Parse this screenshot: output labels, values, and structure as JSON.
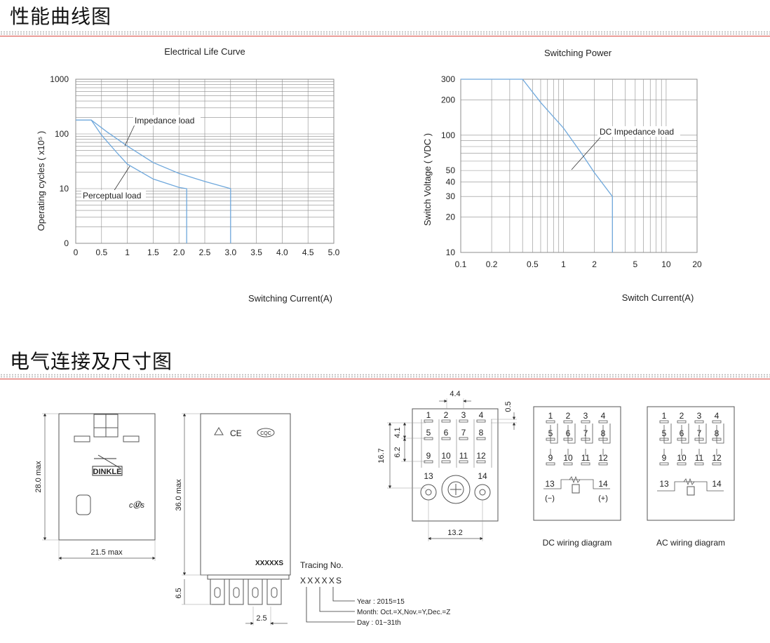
{
  "sections": {
    "performance_title": "性能曲线图",
    "dimensions_title": "电气连接及尺寸图"
  },
  "colors": {
    "accent_red": "#d9473f",
    "curve_blue": "#6fa8dc",
    "grid": "#8c8c8c"
  },
  "chart_data": [
    {
      "type": "line",
      "title": "Electrical Life Curve",
      "xlabel": "Switching Current(A)",
      "ylabel": "Operating cycles ( x10⁵ )",
      "x_ticks": [
        "0",
        "0.5",
        "1",
        "1.5",
        "2.0",
        "2.5",
        "3.0",
        "3.5",
        "4.0",
        "4.5",
        "5.0"
      ],
      "y_ticks": [
        "0",
        "10",
        "100",
        "1000"
      ],
      "xlim": [
        0,
        5
      ],
      "y_scale": "log",
      "grid": true,
      "series": [
        {
          "name": "Impedance load",
          "points": [
            [
              0,
              180
            ],
            [
              0.3,
              180
            ],
            [
              0.6,
              110
            ],
            [
              1.0,
              60
            ],
            [
              1.5,
              30
            ],
            [
              2.0,
              19
            ],
            [
              2.5,
              13.5
            ],
            [
              3.0,
              10
            ],
            [
              3.0,
              0
            ]
          ]
        },
        {
          "name": "Perceptual load",
          "points": [
            [
              0,
              180
            ],
            [
              0.3,
              180
            ],
            [
              0.5,
              95
            ],
            [
              0.8,
              45
            ],
            [
              1.0,
              28
            ],
            [
              1.5,
              15
            ],
            [
              2.0,
              10.5
            ],
            [
              2.15,
              10
            ],
            [
              2.15,
              0
            ]
          ]
        }
      ]
    },
    {
      "type": "line",
      "title": "Switching Power",
      "xlabel": "Switch Current(A)",
      "ylabel": "Switch Voltage ( VDC )",
      "x_ticks": [
        "0.1",
        "0.2",
        "0.5",
        "1",
        "2",
        "5",
        "10",
        "20"
      ],
      "y_ticks": [
        "10",
        "20",
        "30",
        "40",
        "50",
        "100",
        "200",
        "300"
      ],
      "x_scale": "log",
      "y_scale": "log",
      "grid": true,
      "series": [
        {
          "name": "DC Impedance load",
          "points": [
            [
              0.1,
              300
            ],
            [
              0.4,
              300
            ],
            [
              0.6,
              190
            ],
            [
              1.0,
              115
            ],
            [
              1.5,
              70
            ],
            [
              2.0,
              48
            ],
            [
              3.0,
              30
            ],
            [
              3.0,
              10
            ]
          ]
        }
      ]
    }
  ],
  "front_view": {
    "height_label": "28.0 max",
    "width_label": "21.5 max",
    "brand": "DINKLE"
  },
  "side_view": {
    "height_label": "36.0 max",
    "marking": "XXXXXS",
    "pin_length_label": "6.5",
    "pin_pitch_label": "2.5",
    "cqc_mark": "CQC"
  },
  "tracing": {
    "title": "Tracing No.",
    "code": "XXXXXS",
    "year": "Year  : 2015=15",
    "month": "Month: Oct.=X,Nov.=Y,Dec.=Z",
    "day": "Day    : 01~31th"
  },
  "bottom_view": {
    "dim_top": "4.4",
    "dim_right_top": "0.5",
    "dim_height": "16.7",
    "dim_pitch_a": "4.1",
    "dim_pitch_b": "6.2",
    "dim_bottom": "13.2",
    "pins_row1": [
      "1",
      "2",
      "3",
      "4"
    ],
    "pins_row2": [
      "5",
      "6",
      "7",
      "8"
    ],
    "pins_row3": [
      "9",
      "10",
      "11",
      "12"
    ],
    "pins_coil": [
      "13",
      "14"
    ]
  },
  "dc_wiring": {
    "caption": "DC wiring diagram",
    "pins_row1": [
      "1",
      "2",
      "3",
      "4"
    ],
    "pins_row2": [
      "5",
      "6",
      "7",
      "8"
    ],
    "pins_row3": [
      "9",
      "10",
      "11",
      "12"
    ],
    "pins_coil": [
      "13",
      "14"
    ],
    "polarity_neg": "(−)",
    "polarity_pos": "(+)"
  },
  "ac_wiring": {
    "caption": "AC wiring diagram",
    "pins_row1": [
      "1",
      "2",
      "3",
      "4"
    ],
    "pins_row2": [
      "5",
      "6",
      "7",
      "8"
    ],
    "pins_row3": [
      "9",
      "10",
      "11",
      "12"
    ],
    "pins_coil": [
      "13",
      "14"
    ]
  }
}
